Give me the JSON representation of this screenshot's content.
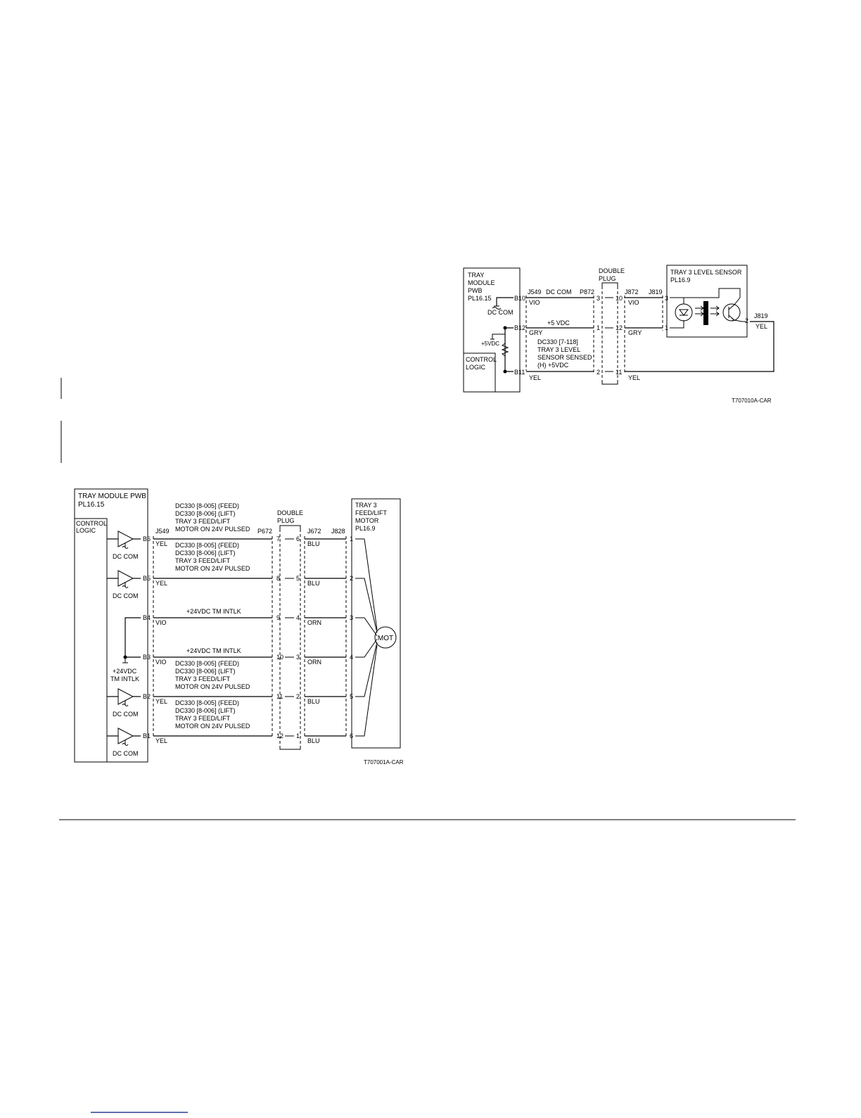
{
  "colors": {
    "ink": "#000000",
    "page": "#ffffff"
  },
  "diagram_level_sensor": {
    "board_title": [
      "TRAY",
      "MODULE",
      "PWB",
      "PL16.15"
    ],
    "control_logic": [
      "CONTROL",
      "LOGIC"
    ],
    "dc_com": "DC COM",
    "plus5vdc": "+5VDC",
    "pins": {
      "b10": "B10",
      "b12": "B12",
      "b11": "B11"
    },
    "j549": "J549",
    "p872": "P872",
    "j872": "J872",
    "j819_top": "J819",
    "j819_side": "J819",
    "double_plug": [
      "DOUBLE",
      "PLUG"
    ],
    "sensor_title": [
      "TRAY 3 LEVEL SENSOR",
      "PL16.9"
    ],
    "wire_labels": {
      "vio_left": "VIO",
      "gry_left": "GRY",
      "yel_left": "YEL",
      "vio_right": "VIO",
      "gry_right": "GRY",
      "yel_right": "YEL",
      "yel_side": "YEL"
    },
    "signal_dc_com": "DC COM",
    "signal_5vdc": "+5 VDC",
    "signal_note": [
      "DC330 [7-118]",
      "TRAY 3 LEVEL",
      "SENSOR SENSED",
      "(H) +5VDC"
    ],
    "plug_pins": {
      "r1_l": "3",
      "r1_r": "10",
      "r2_l": "1",
      "r2_r": "12",
      "r3_l": "2",
      "r3_r": "11"
    },
    "sensor_pins": {
      "p3": "3",
      "p1": "1",
      "p2": "2"
    },
    "figure_id": "T707010A-CAR"
  },
  "diagram_motor": {
    "board_title": [
      "TRAY MODULE PWB",
      "PL16.15"
    ],
    "control_logic": [
      "CONTROL",
      "LOGIC"
    ],
    "dc_com": "DC COM",
    "interlock": [
      "+24VDC",
      "TM INTLK"
    ],
    "pins": [
      "B6",
      "B5",
      "B4",
      "B3",
      "B2",
      "B1"
    ],
    "wire_colors_left": [
      "YEL",
      "YEL",
      "VIO",
      "VIO",
      "YEL",
      "YEL"
    ],
    "wire_colors_right": [
      "BLU",
      "BLU",
      "ORN",
      "ORN",
      "BLU",
      "BLU"
    ],
    "j549": "J549",
    "p672": "P672",
    "j672": "J672",
    "j828": "J828",
    "double_plug": [
      "DOUBLE",
      "PLUG"
    ],
    "plug_left": [
      "7",
      "8",
      "9",
      "10",
      "11",
      "12"
    ],
    "plug_right": [
      "6",
      "5",
      "4",
      "3",
      "2",
      "1"
    ],
    "motor_pins": [
      "1",
      "2",
      "3",
      "4",
      "5",
      "6"
    ],
    "motor_title": [
      "TRAY 3",
      "FEED/LIFT",
      "MOTOR",
      "PL16.9"
    ],
    "motor_label": "MOT",
    "pulsed_note": [
      "DC330 [8-005] (FEED)",
      "DC330 [8-006] (LIFT)",
      "TRAY 3 FEED/LIFT",
      "MOTOR ON 24V PULSED"
    ],
    "intlk_note": "+24VDC TM INTLK",
    "figure_id": "T707001A-CAR"
  }
}
